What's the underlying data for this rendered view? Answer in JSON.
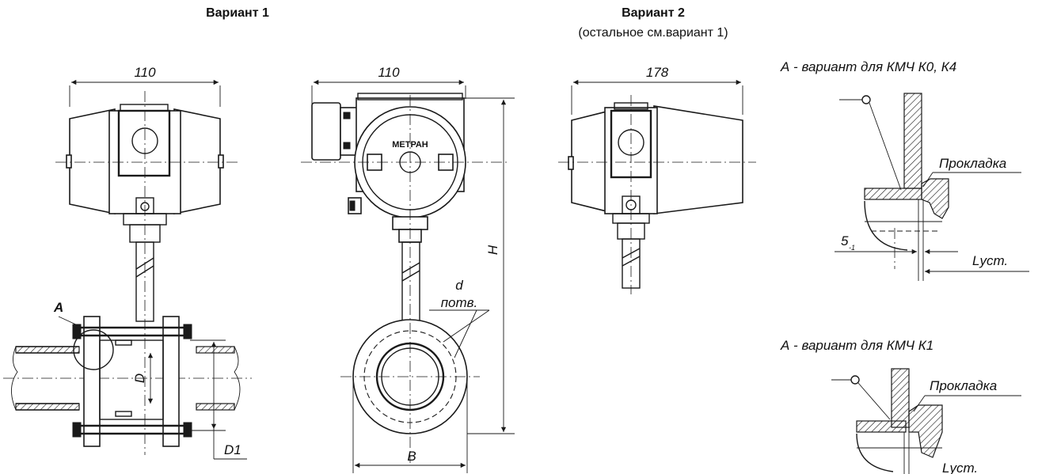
{
  "titles": {
    "variant1": "Вариант 1",
    "variant2": "Вариант 2",
    "variant2_note": "(остальное см.вариант 1)"
  },
  "dimensions": {
    "width_front": "110",
    "width_side": "110",
    "width_v2": "178",
    "height": "H",
    "pipe_d": "D",
    "pipe_d1": "D1",
    "bore_d": "d",
    "bore_note": "потв.",
    "body_b": "B"
  },
  "labels": {
    "view_mark": "А",
    "brand": "МЕТРАН"
  },
  "detail_k0": {
    "caption": "А - вариант для КМЧ К0, К4",
    "gasket": "Прокладка",
    "offset": "5",
    "offset_tol": "-1",
    "install_length": "Lуст."
  },
  "detail_k1": {
    "caption": "А - вариант для КМЧ К1",
    "gasket": "Прокладка",
    "install_length": "Lуст."
  }
}
